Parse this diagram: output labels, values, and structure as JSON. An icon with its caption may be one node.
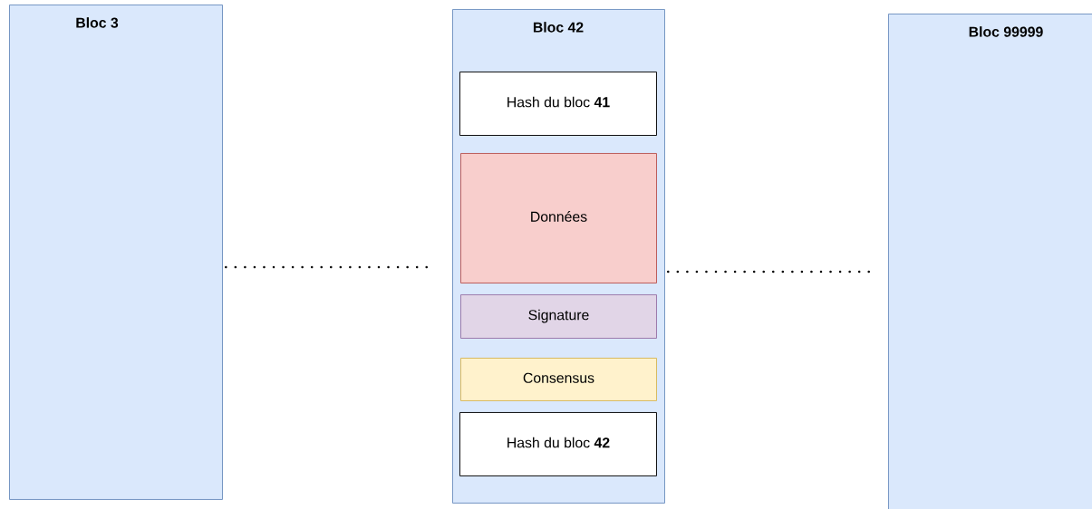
{
  "diagram": {
    "nodes": [
      {
        "text": [
          "Bloc 3"
        ]
      },
      {
        "text": [
          "Bloc 42"
        ]
      },
      {
        "text": [
          "Hash du bloc **41**"
        ],
        "in": 1
      },
      {
        "text": [
          "Données"
        ],
        "in": 1
      },
      {
        "text": [
          "Signature"
        ],
        "in": 1
      },
      {
        "text": [
          "Consensus"
        ],
        "in": 1
      },
      {
        "text": [
          "Hash du bloc **42**"
        ],
        "in": 1
      },
      {
        "text": [
          "Bloc 99999"
        ]
      }
    ],
    "edges": [
      {
        "from": 0,
        "to": 1,
        "arrow": "none"
      },
      {
        "from": 1,
        "to": 7,
        "arrow": "none"
      }
    ]
  }
}
